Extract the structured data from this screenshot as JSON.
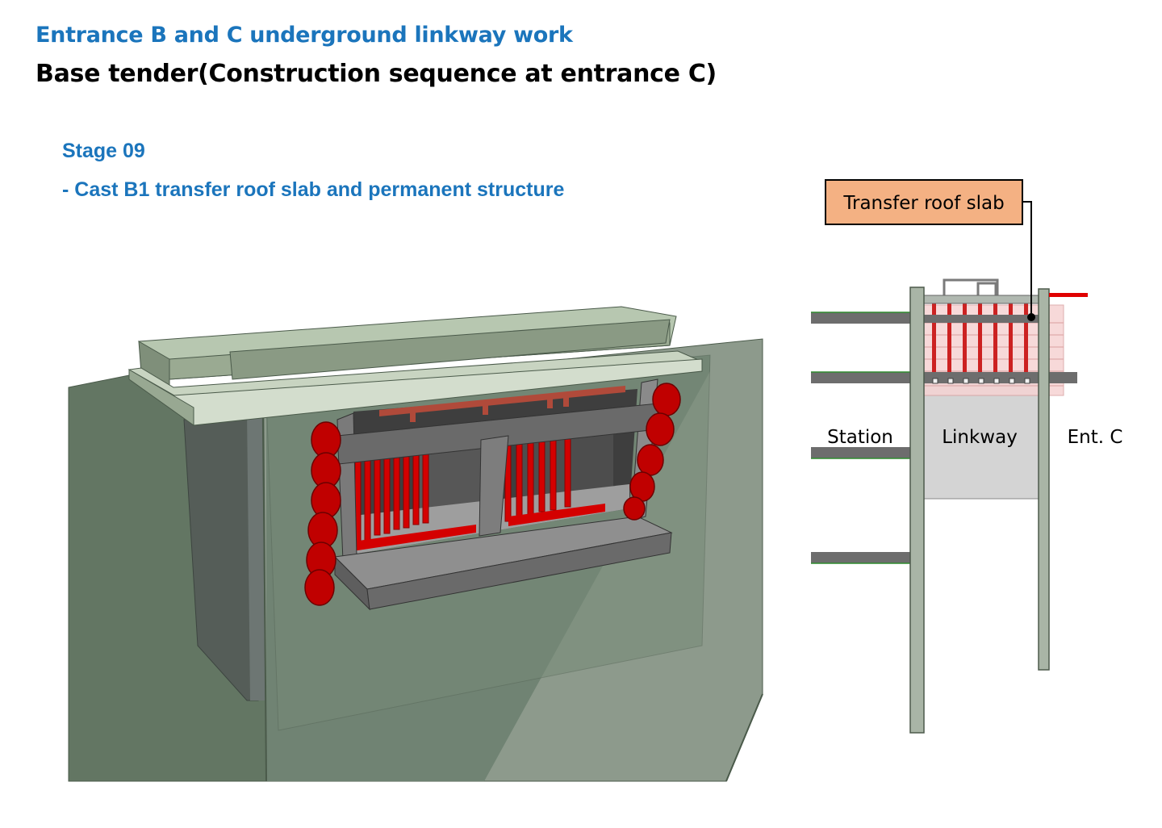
{
  "header": {
    "title": "Entrance B and C underground linkway work",
    "subtitle": "Base tender(Construction sequence at entrance C)"
  },
  "stage": {
    "number": "Stage 09",
    "description": "- Cast B1 transfer roof slab and permanent structure"
  },
  "section": {
    "callout": "Transfer roof slab",
    "labels": {
      "station": "Station",
      "linkway": "Linkway",
      "entrance": "Ent. C"
    }
  },
  "colors": {
    "title_blue": "#1b75bc",
    "pile_red": "#c00000",
    "wall_green": "#5f7562",
    "slab_grey": "#6d6d6d",
    "callout_fill": "#f4b183"
  }
}
